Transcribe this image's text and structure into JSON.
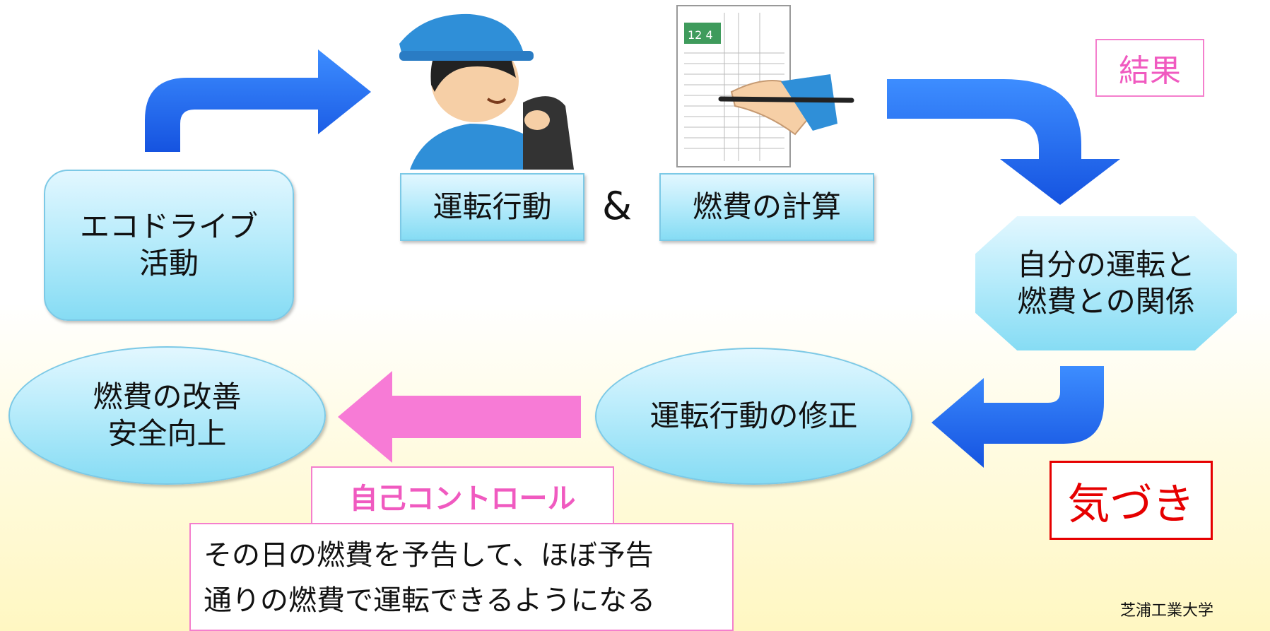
{
  "boxes": {
    "eco_drive": [
      "エコドライブ",
      "活動"
    ],
    "driving_behavior": "運転行動",
    "ampersand": "&",
    "fuel_calc": "燃費の計算",
    "relationship": [
      "自分の運転と",
      "燃費との関係"
    ],
    "correction": "運転行動の修正",
    "improvement": [
      "燃費の改善",
      "安全向上"
    ]
  },
  "labels": {
    "result": "結果",
    "awareness": "気づき",
    "self_control": "自己コントロール"
  },
  "note": [
    "その日の燃費を予告して、ほぼ予告",
    "通りの燃費で運転できるようになる"
  ],
  "credit": "芝浦工業大学",
  "colors": {
    "arrow_blue": "#1f6bef",
    "arrow_pink": "#f77bd6",
    "box_blue": "#a8e6f8",
    "label_pink": "#f05ac0",
    "label_red": "#e60000"
  }
}
